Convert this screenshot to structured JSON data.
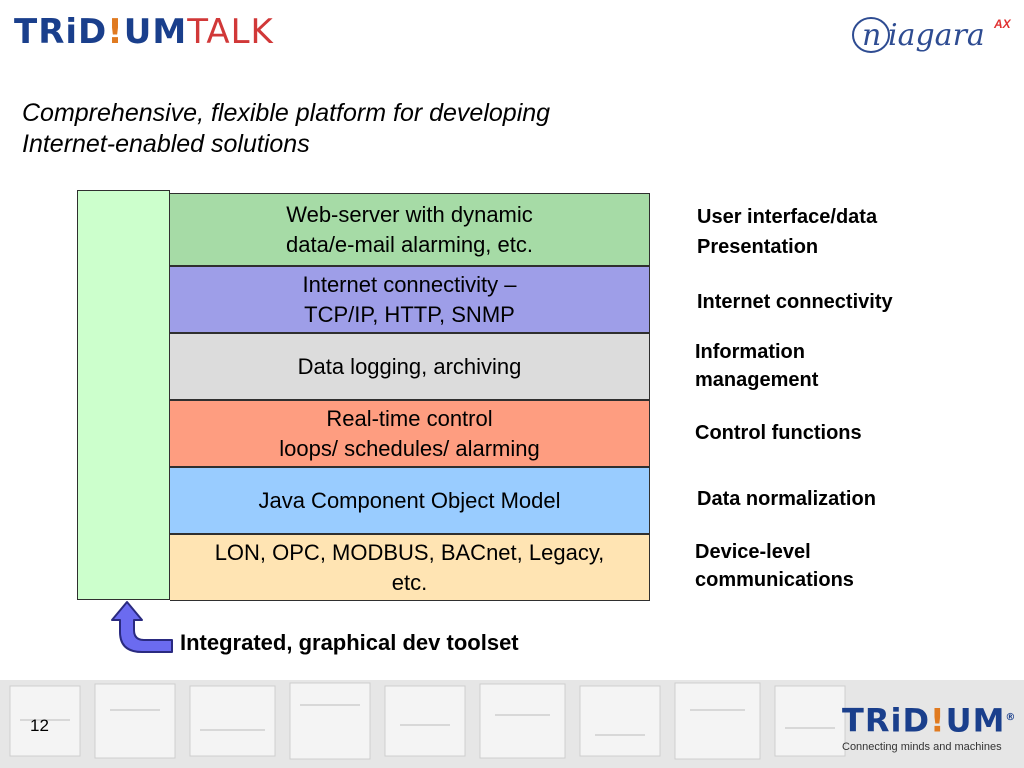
{
  "header": {
    "logo_left_part1": "TRiD",
    "logo_left_dot": "!",
    "logo_left_part2": "UM",
    "logo_left_part3": "TALK",
    "logo_right_n": "n",
    "logo_right_rest": "iagara",
    "logo_right_ax": "AX"
  },
  "title": {
    "line1": "Comprehensive, flexible platform for developing",
    "line2": "Internet-enabled solutions"
  },
  "layers": [
    {
      "line1": "Web-server with dynamic",
      "line2": "data/e-mail alarming, etc.",
      "color": "#a6dba6",
      "label1": "User interface/data",
      "label2": "Presentation"
    },
    {
      "line1": "Internet connectivity –",
      "line2": "TCP/IP, HTTP, SNMP",
      "color": "#9e9ee8",
      "label1": "Internet connectivity",
      "label2": ""
    },
    {
      "line1": "Data logging, archiving",
      "line2": "",
      "color": "#dcdcdc",
      "label1": "Information",
      "label2": "management"
    },
    {
      "line1": "Real-time control",
      "line2": "loops/ schedules/ alarming",
      "color": "#fe9d80",
      "label1": "Control functions",
      "label2": ""
    },
    {
      "line1": "Java Component Object Model",
      "line2": "",
      "color": "#99ccff",
      "label1": "Data normalization",
      "label2": ""
    },
    {
      "line1": "LON, OPC, MODBUS, BACnet, Legacy,",
      "line2": "etc.",
      "color": "#ffe4b3",
      "label1": "Device-level",
      "label2": "communications"
    }
  ],
  "toolset": {
    "label": "Integrated, graphical dev toolset",
    "column_color": "#ccffcc",
    "arrow_color": "#6b6bf0"
  },
  "footer": {
    "page_number": "12",
    "logo_part1": "TRiD",
    "logo_dot": "!",
    "logo_part2": "UM",
    "logo_mark": "®",
    "tagline": "Connecting minds and machines"
  }
}
